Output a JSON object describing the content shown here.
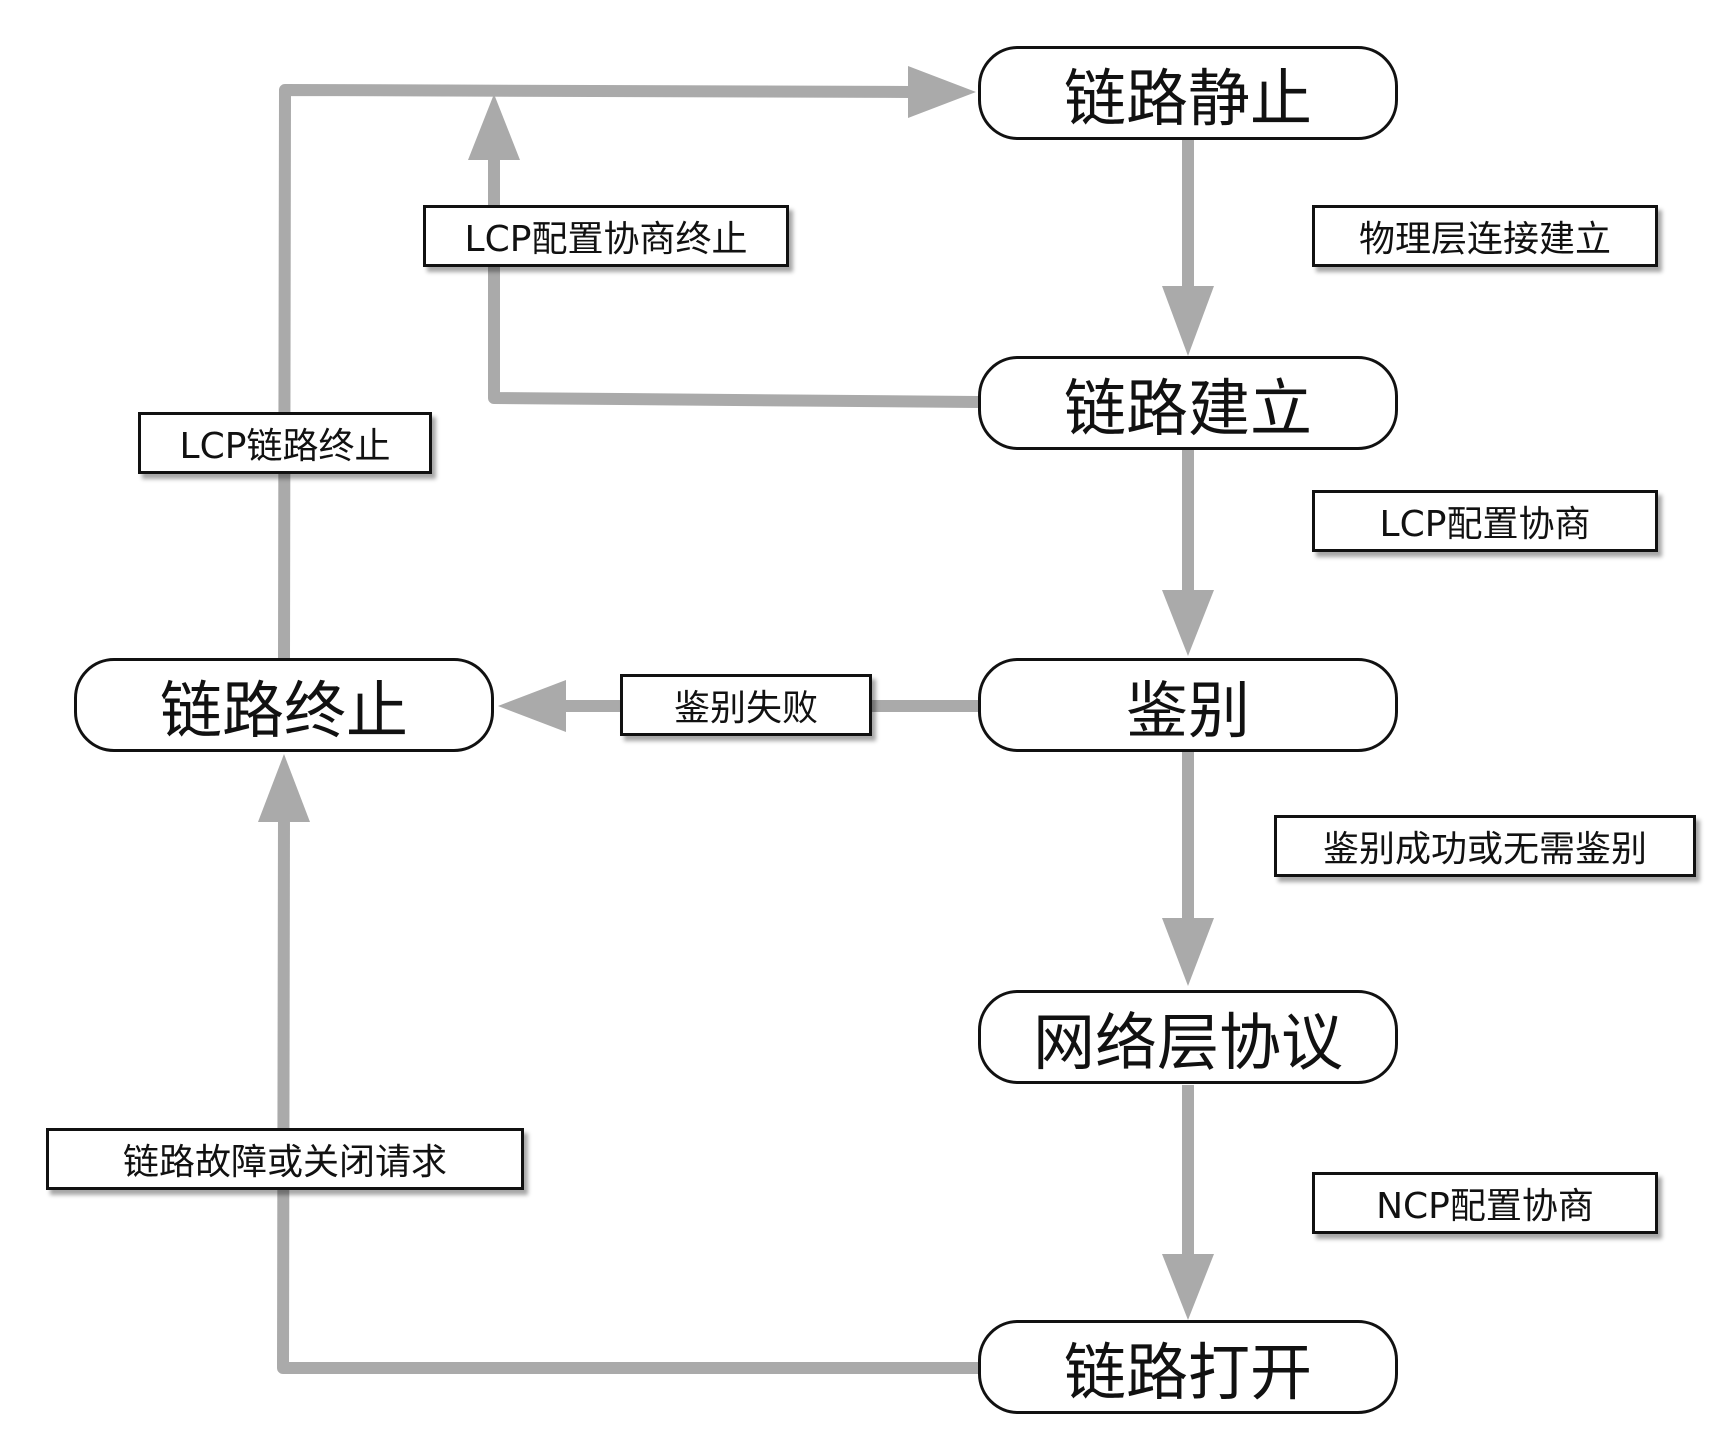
{
  "colors": {
    "arrow": "#aaaaaa",
    "border": "#111111",
    "background": "#ffffff"
  },
  "states": {
    "link_dead": "链路静止",
    "link_establish": "链路建立",
    "authenticate": "鉴别",
    "network_layer_protocol": "网络层协议",
    "link_open": "链路打开",
    "link_terminate": "链路终止"
  },
  "transitions": {
    "physical_layer_up": "物理层连接建立",
    "lcp_negotiation": "LCP配置协商",
    "auth_success_or_none": "鉴别成功或无需鉴别",
    "ncp_negotiation": "NCP配置协商",
    "auth_failure": "鉴别失败",
    "lcp_negotiation_end": "LCP配置协商终止",
    "lcp_link_end": "LCP链路终止",
    "link_failure_or_close": "链路故障或关闭请求"
  }
}
